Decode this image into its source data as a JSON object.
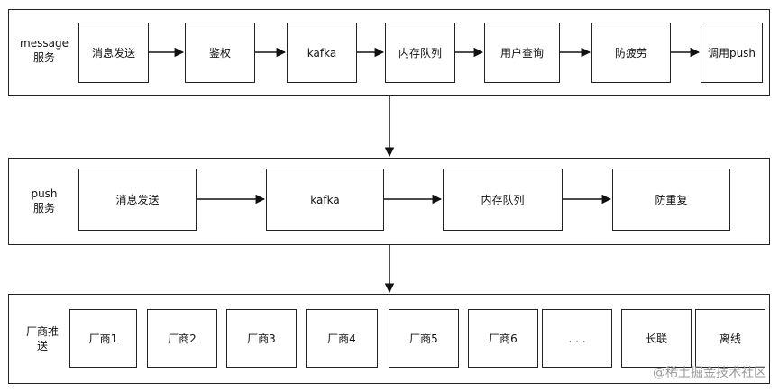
{
  "lanes": {
    "message": {
      "label": "message\n服务",
      "steps": [
        "消息发送",
        "鉴权",
        "kafka",
        "内存队列",
        "用户查询",
        "防疲劳",
        "调用push"
      ]
    },
    "push": {
      "label": "push\n服务",
      "steps": [
        "消息发送",
        "kafka",
        "内存队列",
        "防重复"
      ]
    },
    "vendor": {
      "label": "厂商推\n送",
      "items": [
        "厂商1",
        "厂商2",
        "厂商3",
        "厂商4",
        "厂商5",
        "厂商6",
        ". . .",
        "长联",
        "离线"
      ]
    }
  },
  "watermark": "@稀土掘金技术社区"
}
